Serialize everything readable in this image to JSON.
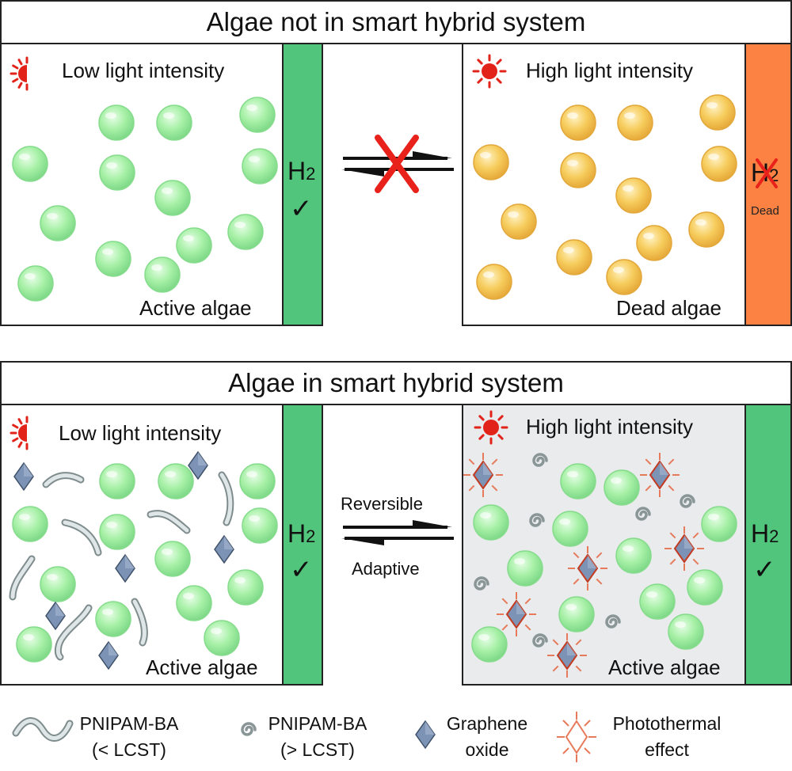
{
  "top_section": {
    "title": "Algae not in smart hybrid system",
    "left_panel": {
      "light_label": "Low light intensity",
      "algae_label": "Active algae"
    },
    "right_panel": {
      "light_label": "High light intensity",
      "algae_label": "Dead algae"
    },
    "left_strip": {
      "h2_main": "H",
      "h2_sub": "2",
      "mark": "✓"
    },
    "right_strip": {
      "h2_main": "H",
      "h2_sub": "2",
      "status": "Dead"
    }
  },
  "bottom_section": {
    "title": "Algae in smart hybrid system",
    "left_panel": {
      "light_label": "Low light intensity",
      "algae_label": "Active algae"
    },
    "right_panel": {
      "light_label": "High light intensity",
      "algae_label": "Active algae"
    },
    "arrow_top_label": "Reversible",
    "arrow_bottom_label": "Adaptive",
    "left_strip": {
      "h2_main": "H",
      "h2_sub": "2",
      "mark": "✓"
    },
    "right_strip": {
      "h2_main": "H",
      "h2_sub": "2",
      "mark": "✓"
    }
  },
  "legend": [
    {
      "line1": "PNIPAM-BA",
      "line2": "(< LCST)",
      "icon": "wavy-chain-icon"
    },
    {
      "line1": "PNIPAM-BA",
      "line2": "(> LCST)",
      "icon": "coiled-chain-icon"
    },
    {
      "line1": "Graphene",
      "line2": "oxide",
      "icon": "graphene-diamond-icon"
    },
    {
      "line1": "Photothermal",
      "line2": "effect",
      "icon": "photothermal-diamond-icon"
    }
  ],
  "colors": {
    "active_algae": "#a6f0a6",
    "dead_algae": "#f6cc5c",
    "strip_green": "#52c57c",
    "strip_orange": "#fb8242",
    "sun_red": "#e2231a",
    "graphene": "#7c93b5",
    "cross_red": "#e8221b",
    "heated_panel_bg": "#e9ebed"
  }
}
